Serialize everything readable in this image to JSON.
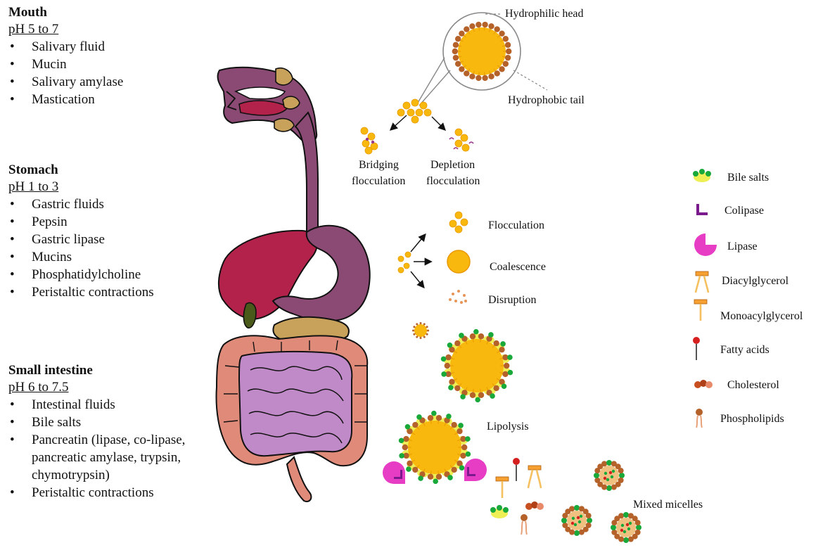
{
  "sections": [
    {
      "title": "Mouth",
      "ph": "pH 5 to 7",
      "items": [
        "Salivary fluid",
        "Mucin",
        "Salivary amylase",
        "Mastication"
      ]
    },
    {
      "title": "Stomach",
      "ph": "pH 1 to 3",
      "items": [
        "Gastric fluids",
        "Pepsin",
        "Gastric lipase",
        "Mucins",
        "Phosphatidylcholine",
        "Peristaltic contractions"
      ]
    },
    {
      "title": "Small intestine",
      "ph": "pH 6 to 7.5",
      "items": [
        "Intestinal fluids",
        "Bile salts",
        "Pancreatin (lipase, co-lipase, pancreatic amylase, trypsin, chymotrypsin)",
        "Peristaltic contractions"
      ]
    }
  ],
  "droplet_labels": {
    "hydrophilic_head": "Hydrophilic head",
    "hydrophobic_tail": "Hydrophobic tail",
    "bridging_1": "Bridging",
    "bridging_2": "flocculation",
    "depletion_1": "Depletion",
    "depletion_2": "flocculation"
  },
  "processes": {
    "flocculation": "Flocculation",
    "coalescence": "Coalescence",
    "disruption": "Disruption",
    "lipolysis": "Lipolysis",
    "mixed_micelles": "Mixed micelles"
  },
  "legend": [
    {
      "label": "Bile salts",
      "icon": "bile-salt-icon"
    },
    {
      "label": "Colipase",
      "icon": "colipase-icon"
    },
    {
      "label": "Lipase",
      "icon": "lipase-icon"
    },
    {
      "label": "Diacylglycerol",
      "icon": "diacylglycerol-icon"
    },
    {
      "label": "Monoacylglycerol",
      "icon": "monoacylglycerol-icon"
    },
    {
      "label": "Fatty acids",
      "icon": "fatty-acid-icon"
    },
    {
      "label": "Cholesterol",
      "icon": "cholesterol-icon"
    },
    {
      "label": "Phospholipids",
      "icon": "phospholipid-icon"
    }
  ],
  "colors": {
    "oil": "#f9b80e",
    "oil_dark": "#e89a00",
    "phospholipid": "#b5612a",
    "bile_green": "#19a83a",
    "bile_yellow": "#eeee55",
    "lipase": "#e63dc4",
    "colipase": "#7b1a8c",
    "liver": "#b3224b",
    "stomach": "#8a4a73",
    "pancreas": "#c8a25a",
    "intestine_large": "#e08a7a",
    "intestine_small": "#c08ac8"
  }
}
